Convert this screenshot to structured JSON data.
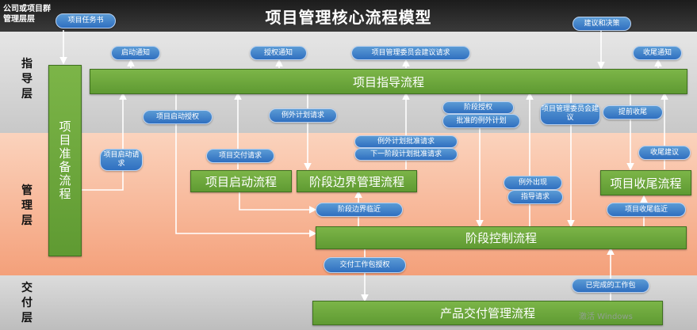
{
  "header": {
    "title": "项目管理核心流程模型",
    "corner_label": "公司或项目群管理层层"
  },
  "layers": {
    "guide": "指导层",
    "manage": "管理层",
    "deliver": "交付层"
  },
  "processes": {
    "prep": "项目准备流程",
    "guide": "项目指导流程",
    "start": "项目启动流程",
    "stage_boundary": "阶段边界管理流程",
    "closing": "项目收尾流程",
    "stage_control": "阶段控制流程",
    "product_delivery": "产品交付管理流程"
  },
  "messages": {
    "task_book": "项目任务书",
    "advice_decision": "建议和决策",
    "start_notice": "启动通知",
    "auth_notice": "授权通知",
    "board_advice_req": "项目管理委员会建议请求",
    "closing_notice": "收尾通知",
    "start_request": "项目启动请求",
    "start_auth": "项目启动授权",
    "exception_plan_req": "例外计划请求",
    "stage_auth": "阶段授权",
    "approved_exception_plan": "批准的例外计划",
    "board_advice": "项目管理委员会建议",
    "early_closing": "提前收尾",
    "delivery_request": "项目交付请求",
    "exception_plan_approval_req": "例外计划批准请求",
    "next_stage_plan_approval_req": "下一阶段计划批准请求",
    "closing_advice": "收尾建议",
    "exception_raised": "例外出现",
    "guidance_req": "指导请求",
    "stage_boundary_near": "阶段边界临近",
    "closing_near": "项目收尾临近",
    "work_package_auth": "交付工作包授权",
    "completed_work_package": "已完成的工作包"
  },
  "watermark": "激活 Windows"
}
